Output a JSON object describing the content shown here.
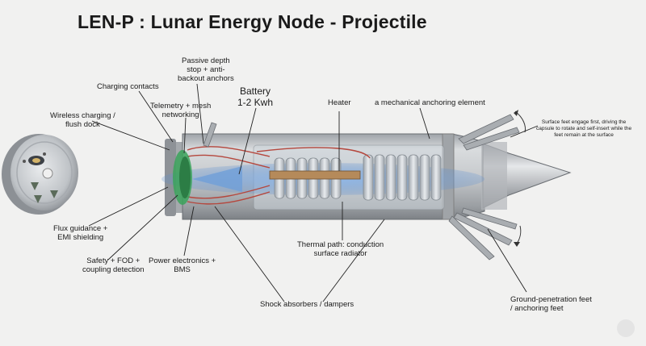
{
  "title": "LEN-P : Lunar Energy Node - Projectile",
  "labels": {
    "passive_depth_stop": [
      "Passive depth",
      "stop + anti-",
      "backout anchors"
    ],
    "charging_contacts": "Charging contacts",
    "battery": [
      "Battery",
      "1-2 Kwh"
    ],
    "heater": "Heater",
    "anchoring_element": "a mechanical anchoring element",
    "surface_feet_note": [
      "Surface feet engage first, driving the",
      "capsule to rotate and self-insert while the",
      "feet remain at the surface"
    ],
    "wireless_charging": [
      "Wireless charging /",
      "flush dock"
    ],
    "telemetry": [
      "Telemetry + mesh",
      "networking"
    ],
    "flux_guidance": [
      "Flux guidance +",
      "EMI shielding"
    ],
    "safety_fod": [
      "Safety + FOD +",
      "coupling detection"
    ],
    "power_electronics": [
      "Power electronics +",
      "BMS"
    ],
    "thermal_path": [
      "Thermal path: conduction",
      "surface radiator"
    ],
    "shock_absorbers": "Shock absorbers / dampers",
    "ground_penetration": [
      "Ground-penetration feet",
      "/ anchoring feet"
    ]
  },
  "colors": {
    "accent_blue": "#6f9fd8",
    "coil_green": "#3aa35a",
    "wire_red": "#b5473d",
    "metal": "#b9bdc1"
  }
}
